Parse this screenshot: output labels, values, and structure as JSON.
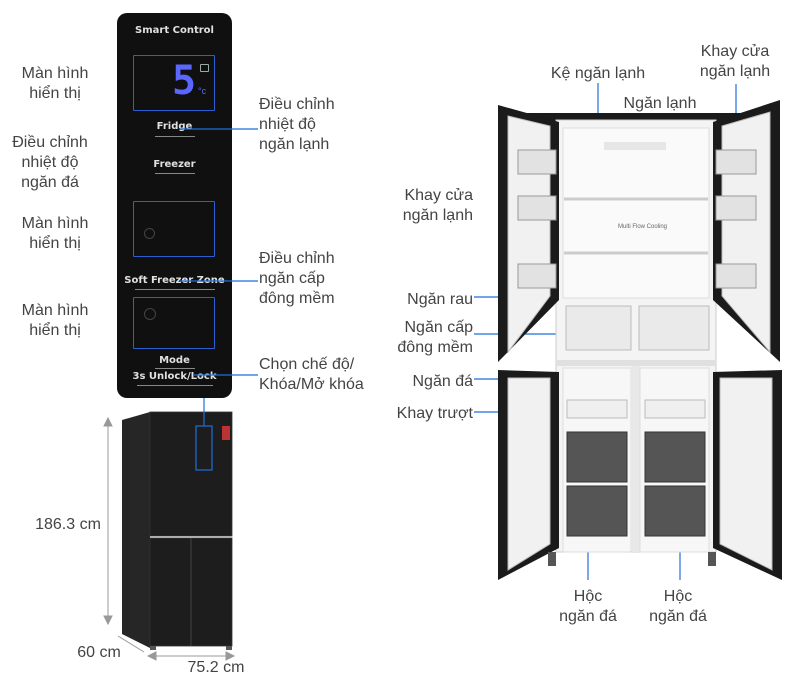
{
  "panel": {
    "title": "Smart Control",
    "fridge": "Fridge",
    "freezer": "Freezer",
    "soft_freezer_zone": "Soft Freezer Zone",
    "mode": "Mode",
    "unlock_lock": "3s Unlock/Lock",
    "display_digit": "5",
    "display_unit": "°c"
  },
  "left_labels": {
    "display_1": "Màn hình\nhiển thị",
    "freezer_adjust": "Điều chỉnh\nnhiệt độ\nngăn đá",
    "display_2": "Màn hình\nhiển thị",
    "display_3": "Màn hình\nhiển thị"
  },
  "right_panel_labels": {
    "fridge_adjust": "Điều chỉnh\nnhiệt độ\nngăn lạnh",
    "soft_freeze_adjust": "Điều chỉnh\nngăn cấp\nđông mềm",
    "mode_lock": "Chọn chế độ/\nKhóa/Mở khóa"
  },
  "dimensions": {
    "height": "186.3 cm",
    "depth": "60 cm",
    "width": "75.2 cm"
  },
  "fridge_labels": {
    "fridge_shelf": "Kệ ngăn lạnh",
    "fridge_door_tray_top": "Khay cửa\nngăn lạnh",
    "fridge_compartment": "Ngăn lạnh",
    "fridge_door_tray": "Khay cửa\nngăn lạnh",
    "vegetable": "Ngăn rau",
    "soft_freeze": "Ngăn cấp\nđông mềm",
    "freezer": "Ngăn đá",
    "slide_tray": "Khay trượt",
    "freezer_drawer_left": "Hộc\nngăn đá",
    "freezer_drawer_right": "Hộc\nngăn đá"
  },
  "interior_text": "Multi Flow Cooling",
  "colors": {
    "accent_blue": "#1e6fd9",
    "panel_bg": "#101010",
    "fridge_body": "#1b1b1b",
    "interior": "#f4f4f4"
  }
}
